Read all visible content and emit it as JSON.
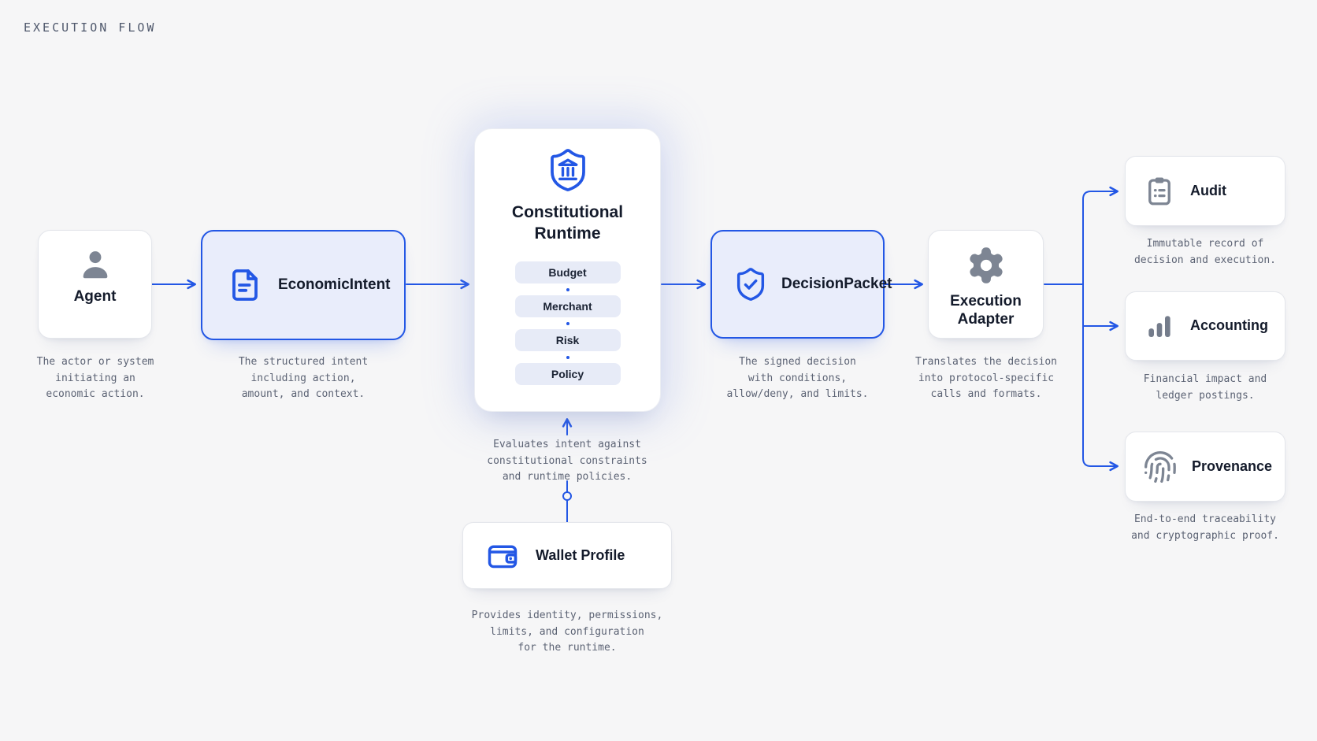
{
  "title": "EXECUTION FLOW",
  "colors": {
    "accent_blue": "#2357e5",
    "highlight_fill": "#e9edfb",
    "pill_fill": "#e7ebf7",
    "icon_gray": "#7d8593",
    "muted_text": "#5c6374",
    "background": "#f6f6f7"
  },
  "nodes": {
    "agent": {
      "label": "Agent",
      "icon": "user-icon",
      "description": "The actor or system\ninitiating an\neconomic action."
    },
    "economic_intent": {
      "label": "EconomicIntent",
      "icon": "document-icon",
      "description": "The structured intent\nincluding action,\namount, and context."
    },
    "constitutional_runtime": {
      "label": "Constitutional\nRuntime",
      "icon": "shield-bank-icon",
      "pills": [
        "Budget",
        "Merchant",
        "Risk",
        "Policy"
      ],
      "note": "Evaluates intent against\nconstitutional constraints\nand runtime policies."
    },
    "decision_packet": {
      "label": "DecisionPacket",
      "icon": "shield-check-icon",
      "description": "The signed decision\nwith conditions,\nallow/deny, and limits."
    },
    "execution_adapter": {
      "label": "Execution\nAdapter",
      "icon": "gear-icon",
      "description": "Translates the decision\ninto protocol-specific\ncalls and formats."
    },
    "audit": {
      "label": "Audit",
      "icon": "clipboard-icon",
      "description": "Immutable record of\ndecision and execution."
    },
    "accounting": {
      "label": "Accounting",
      "icon": "bar-chart-icon",
      "description": "Financial impact and\nledger postings."
    },
    "provenance": {
      "label": "Provenance",
      "icon": "fingerprint-icon",
      "description": "End-to-end traceability\nand cryptographic proof."
    },
    "wallet_profile": {
      "label": "Wallet Profile",
      "icon": "wallet-icon",
      "description": "Provides identity, permissions,\nlimits, and configuration\nfor the runtime."
    }
  }
}
